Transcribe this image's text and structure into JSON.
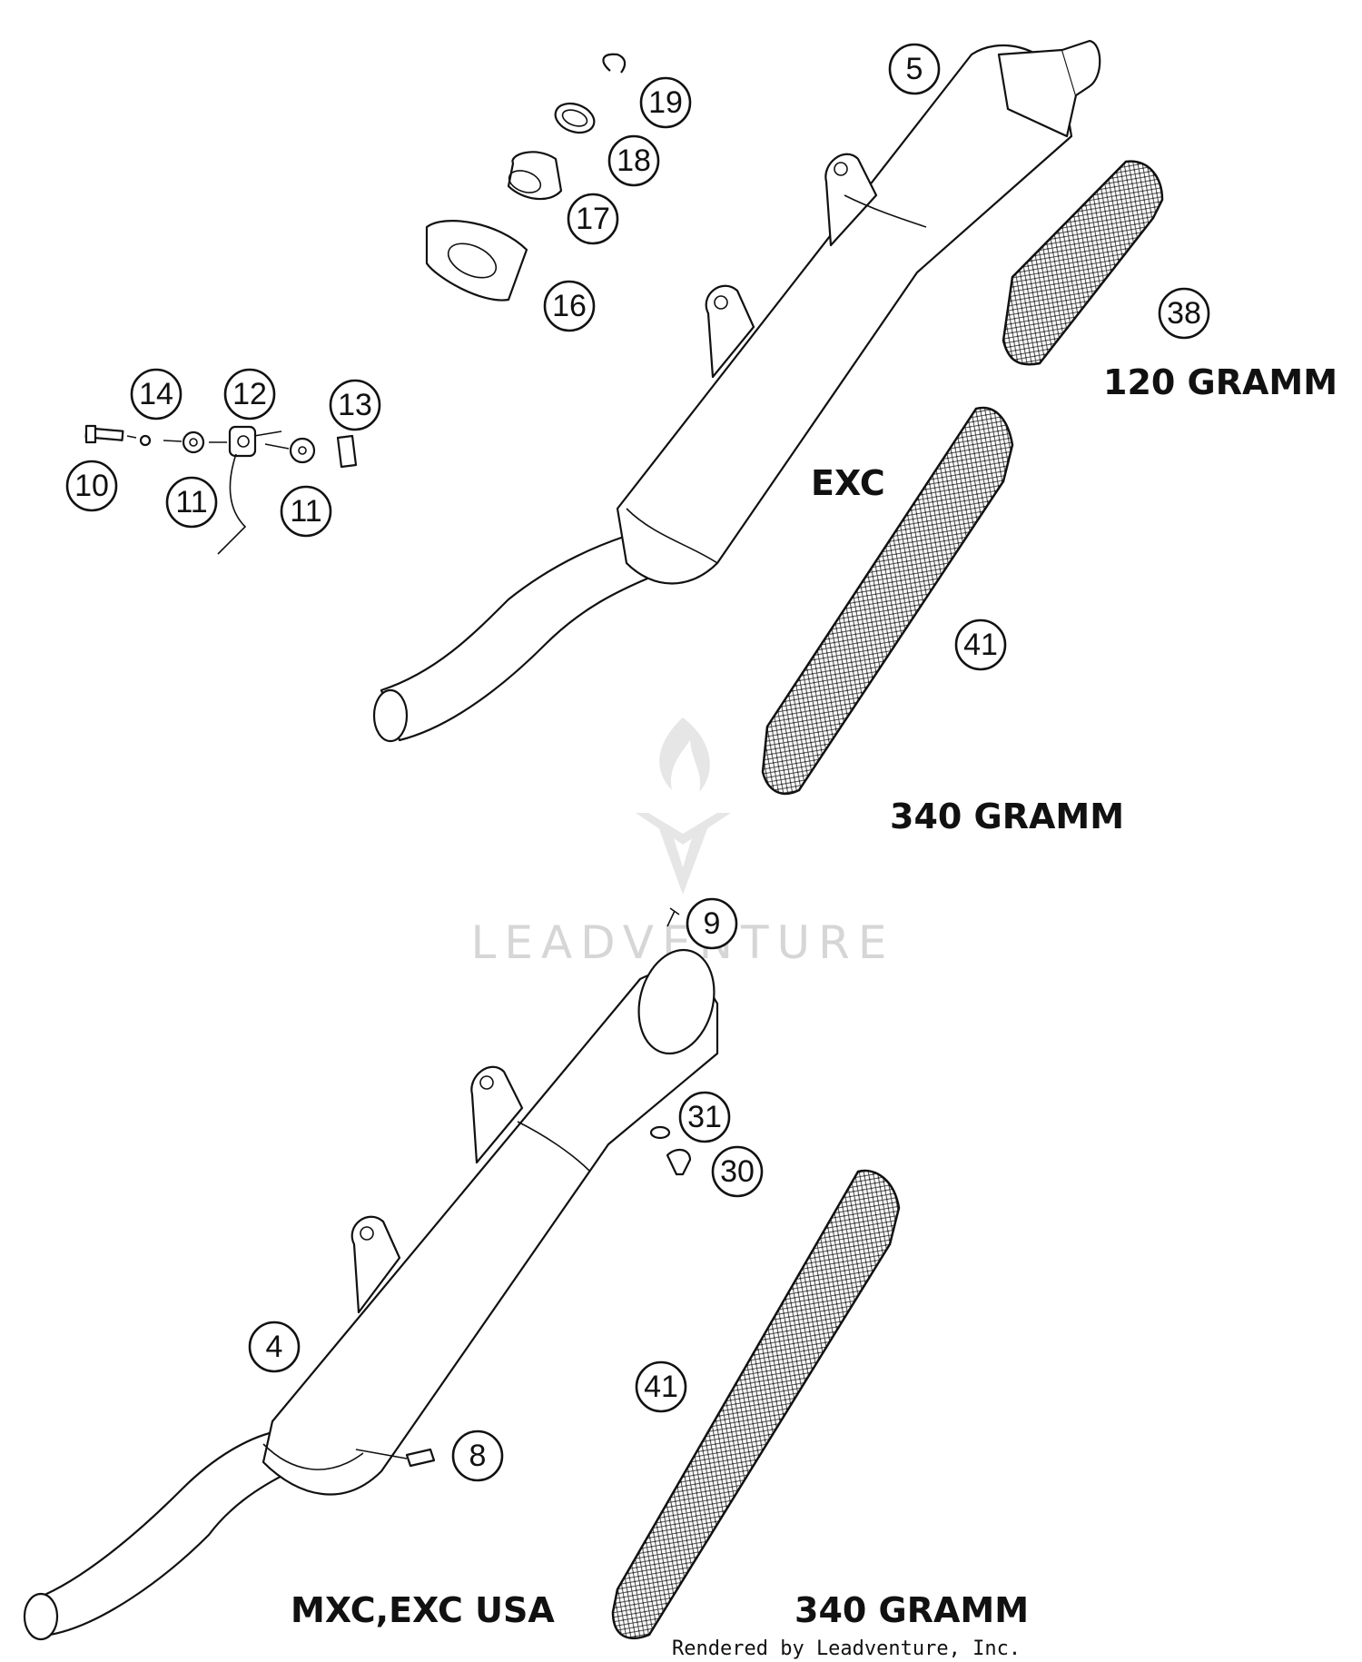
{
  "callouts": [
    {
      "id": "5",
      "label": "5"
    },
    {
      "id": "19",
      "label": "19"
    },
    {
      "id": "18",
      "label": "18"
    },
    {
      "id": "17",
      "label": "17"
    },
    {
      "id": "16",
      "label": "16"
    },
    {
      "id": "38",
      "label": "38"
    },
    {
      "id": "14",
      "label": "14"
    },
    {
      "id": "12",
      "label": "12"
    },
    {
      "id": "13",
      "label": "13"
    },
    {
      "id": "10",
      "label": "10"
    },
    {
      "id": "11a",
      "label": "11"
    },
    {
      "id": "11b",
      "label": "11"
    },
    {
      "id": "41a",
      "label": "41"
    },
    {
      "id": "9",
      "label": "9"
    },
    {
      "id": "31",
      "label": "31"
    },
    {
      "id": "30",
      "label": "30"
    },
    {
      "id": "4",
      "label": "4"
    },
    {
      "id": "41b",
      "label": "41"
    },
    {
      "id": "8",
      "label": "8"
    }
  ],
  "labels": {
    "gramm_120": "120 GRAMM",
    "exc": "EXC",
    "gramm_340_top": "340 GRAMM",
    "mxc_exc_usa": "MXC,EXC USA",
    "gramm_340_bottom": "340 GRAMM"
  },
  "watermark": {
    "text": "LEADVENTURE"
  },
  "footer": {
    "rendered_by": "Rendered by Leadventure, Inc."
  },
  "colors": {
    "line": "#111111",
    "background": "#ffffff",
    "watermark": "#d6d6d6"
  }
}
